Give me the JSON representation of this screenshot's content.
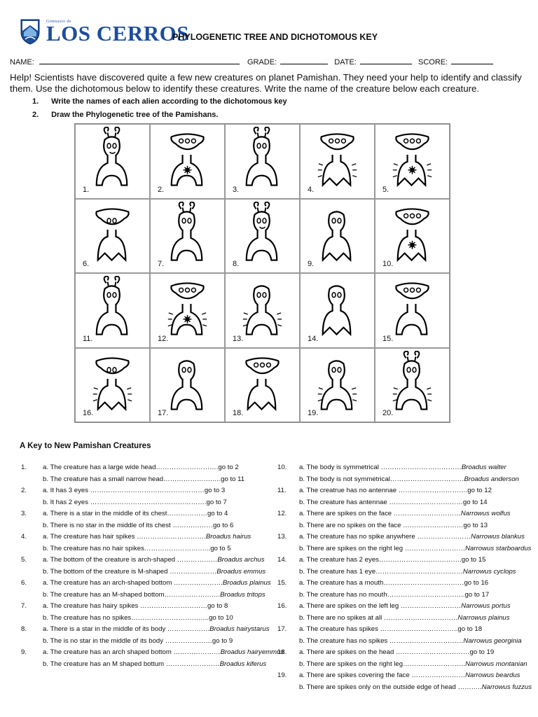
{
  "header": {
    "logo_small": "Gimnasio de",
    "logo_los": "Los",
    "logo_cerros": "Cerros",
    "title": "PHYLOGENETIC TREE AND DICHOTOMOUS KEY"
  },
  "form": {
    "name_label": "NAME:",
    "grade_label": "GRADE:",
    "date_label": "DATE:",
    "score_label": "SCORE:"
  },
  "intro": "Help! Scientists have discovered quite a few new creatures on planet Pamishan. They need your help to identify and classify them. Use the dichotomous below to identify these creatures. Write the name of the creature below each creature.",
  "instructions": [
    {
      "num": "1.",
      "text": "Write the names of each alien according to the dichotomous key"
    },
    {
      "num": "2.",
      "text": "Draw the Phylogenetic tree of the Pamishans."
    }
  ],
  "creatures": [
    {
      "num": "1."
    },
    {
      "num": "2."
    },
    {
      "num": "3."
    },
    {
      "num": "4."
    },
    {
      "num": "5."
    },
    {
      "num": "6."
    },
    {
      "num": "7."
    },
    {
      "num": "8."
    },
    {
      "num": "9."
    },
    {
      "num": "10."
    },
    {
      "num": "11."
    },
    {
      "num": "12."
    },
    {
      "num": "13."
    },
    {
      "num": "14."
    },
    {
      "num": "15."
    },
    {
      "num": "16."
    },
    {
      "num": "17."
    },
    {
      "num": "18."
    },
    {
      "num": "19."
    },
    {
      "num": "20."
    }
  ],
  "key_title": "A Key to New Pamishan Creatures",
  "key_left": [
    {
      "n": "1.",
      "text": "a. The creature has a large wide head……………………….go to 2"
    },
    {
      "n": "",
      "text": "b. The creature has a small narrow head………………….….go to 11"
    },
    {
      "n": "2.",
      "text": "a. It has 3 eyes ……………………………………………go to 3"
    },
    {
      "n": "",
      "text": "b. It has 2 eyes …………………………………………….go to 7"
    },
    {
      "n": "3.",
      "text": "a. There is a star in the middle of its chest………………go to 4"
    },
    {
      "n": "",
      "text": "b. There is no star in the middle of its chest ………………go to 6"
    },
    {
      "n": "4.",
      "text": "a. The creature has hair spikes ………………………….",
      "species": "Broadus hairus"
    },
    {
      "n": "",
      "text": "b. The creature has no hair spikes…………………….…..go to 5"
    },
    {
      "n": "5.",
      "text": "a. The bottom of the creature is arch-shaped ………………",
      "species": "Broadus archus"
    },
    {
      "n": "",
      "text": "b. The bottom of the creature is M-shaped …………………",
      "species": "Broadus emmus"
    },
    {
      "n": "6.",
      "text": "a. The creature has an arch-shaped bottom ………………….",
      "species": "Broadus plainus"
    },
    {
      "n": "",
      "text": "b. The creature has an M-shaped bottom…………………….",
      "species": "Broadus tritops"
    },
    {
      "n": "7.",
      "text": "a. The creature has hairy spikes …………………………go to 8"
    },
    {
      "n": "",
      "text": "b. The creature has no spikes……………………………..go to 10"
    },
    {
      "n": "8.",
      "text": "a. There is a star in the middle of its body ……………….",
      "species": "Broadus hairystarus"
    },
    {
      "n": "",
      "text": "b. The is no star in the middle of its body …………………go to 9"
    },
    {
      "n": "9.",
      "text": "a. The creature has an arch shaped bottom …………………",
      "species": "Broadus hairyemmus"
    },
    {
      "n": "",
      "text": "b. The creature has an M shaped bottum ……………………",
      "species": "Broadus kiferus"
    }
  ],
  "key_right": [
    {
      "n": "10.",
      "text": "a. The body is symmetrical ………………………………",
      "species": "Broadus walter"
    },
    {
      "n": "",
      "text": "b. The body is not symmetrical……………………………",
      "species": "Broadus anderson"
    },
    {
      "n": "11.",
      "text": "a. The creatrue has no antennae ………………………….go to 12"
    },
    {
      "n": "",
      "text": "b. The creature has antennae ……………………………go to 14"
    },
    {
      "n": "12.",
      "text": "a. There are spikes on the face …………………………",
      "species": "Narrowus wolfus"
    },
    {
      "n": "",
      "text": "b. There are no spikes on the face ………………………go to 13"
    },
    {
      "n": "13.",
      "text": "a. The creature has no spike anywhere ……………………",
      "species": "Narrowus blankus"
    },
    {
      "n": "",
      "text": "b. There are spikes on the right leg ………………………",
      "species": "Narrowus starboardus"
    },
    {
      "n": "14.",
      "text": "a. The creature has 2 eyes……………………………….go to 15"
    },
    {
      "n": "",
      "text": "b. The creature has 1 eye…………………………………",
      "species": "Narrowus cyclops"
    },
    {
      "n": "15.",
      "text": "a. The creature has a mouth………………………………go to 16"
    },
    {
      "n": "",
      "text": "b. The creature has no mouth……………………………..go to 17"
    },
    {
      "n": "16.",
      "text": "a. There are spikes on the left leg ………………………",
      "species": "Narrowus portus"
    },
    {
      "n": "",
      "text": "b. There are no spikes at all ……………………………",
      "species": "Narrowus plainus"
    },
    {
      "n": "17.",
      "text": "a. The creature has spikes ……………………………..go to 18"
    },
    {
      "n": "",
      "text": "b. The creature has no spikes ……………………………",
      "species": "Narrowus georginia"
    },
    {
      "n": "18.",
      "text": "a. There are spikes on the head ……………………………go to 19"
    },
    {
      "n": "",
      "text": "b. There are spikes on the right leg……………………….",
      "species": "Narrowus montanian"
    },
    {
      "n": "19.",
      "text": "a. There are spikes covering the face ……………………",
      "species": "Narrowus beardus"
    },
    {
      "n": "",
      "text": "b. There are spikes only on the outside edge of head ………..",
      "species": "Narrowus fuzzus"
    }
  ]
}
